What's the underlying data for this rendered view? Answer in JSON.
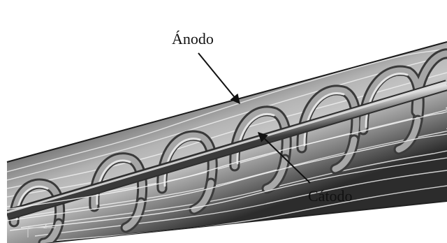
{
  "diagram": {
    "labels": {
      "anode": "Ánodo",
      "cathode": "Cátodo"
    },
    "axis_letter": "z",
    "colors": {
      "tube_dark": "#2a2a2a",
      "tube_mid": "#6a6a6a",
      "tube_light": "#b8b8b8",
      "helix_highlight": "#d8d8d8",
      "field_lines": "#f2f2f2",
      "arrow": "#111111"
    }
  }
}
